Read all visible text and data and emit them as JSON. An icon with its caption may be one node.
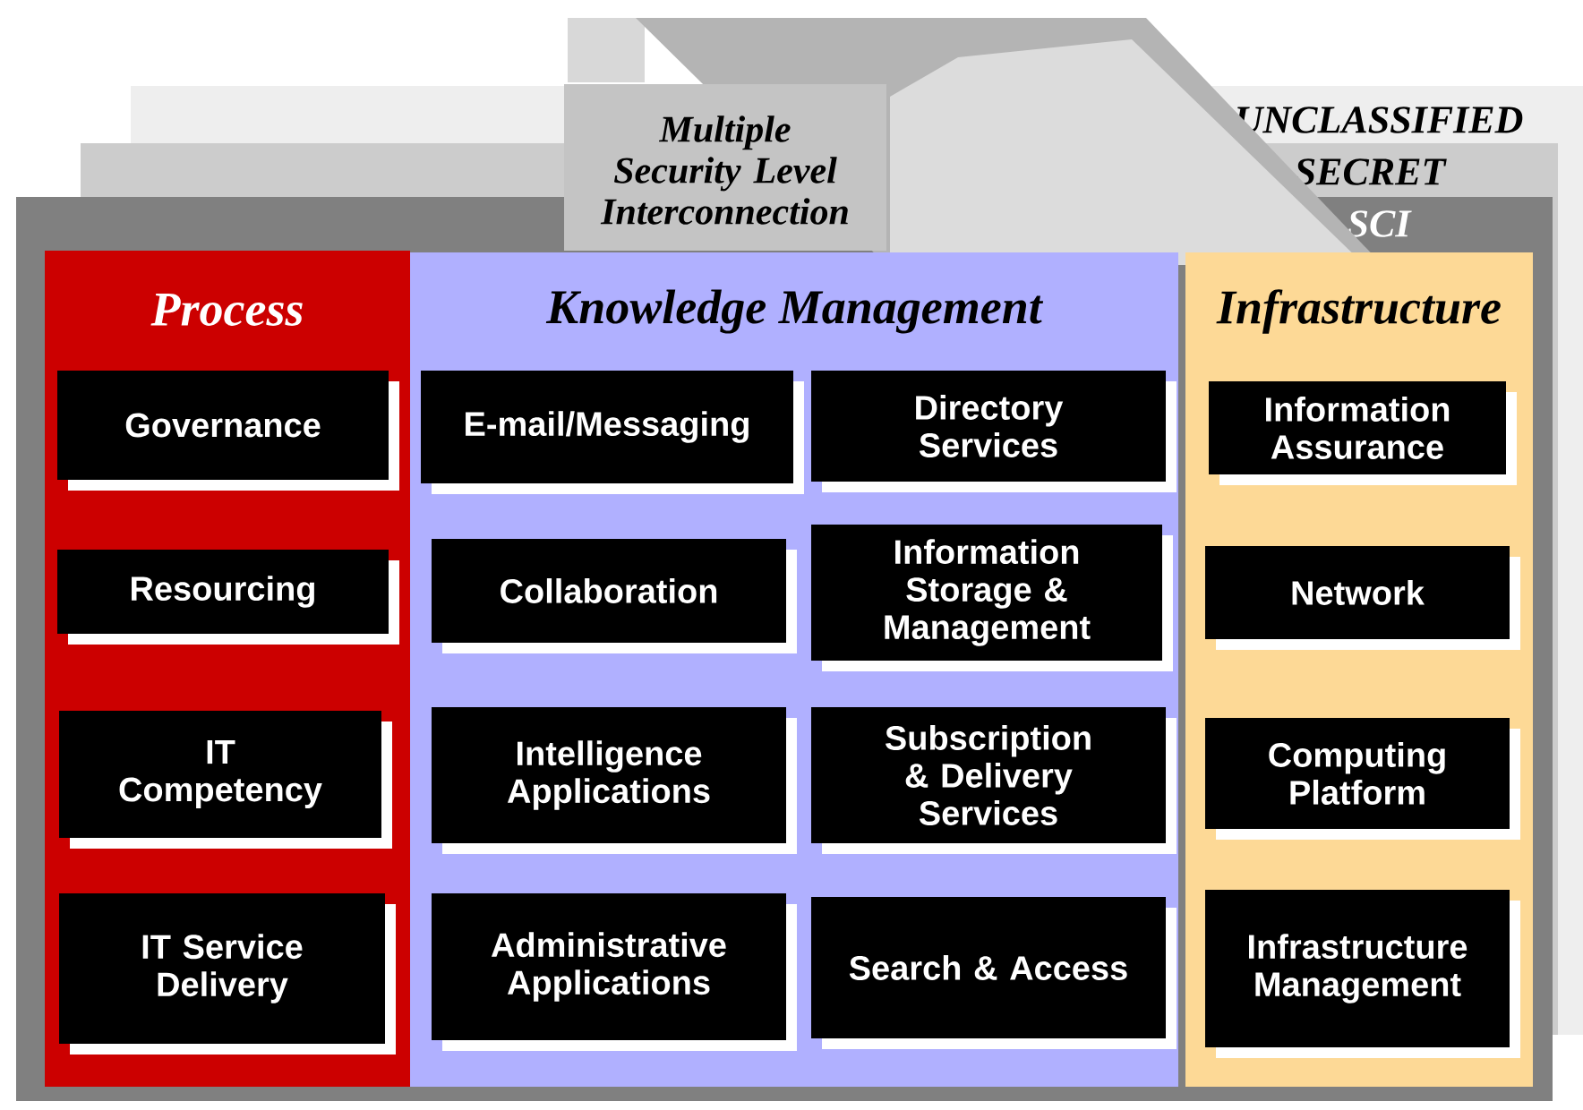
{
  "diagram": {
    "nodes": [
      {
        "text": [
          "Multiple Security Level Interconnection"
        ]
      },
      {
        "text": [
          "UNCLASSIFIED"
        ]
      },
      {
        "text": [
          "SECRET"
        ]
      },
      {
        "text": [
          "SCI"
        ]
      },
      {
        "text": [
          "Process"
        ],
        "in": 3
      },
      {
        "text": [
          "Governance"
        ],
        "in": 4
      },
      {
        "text": [
          "Resourcing"
        ],
        "in": 4
      },
      {
        "text": [
          "IT Competency"
        ],
        "in": 4
      },
      {
        "text": [
          "IT Service Delivery"
        ],
        "in": 4
      },
      {
        "text": [
          "Knowledge Management"
        ],
        "in": 3
      },
      {
        "text": [
          "E-mail/Messaging"
        ],
        "in": 9
      },
      {
        "text": [
          "Directory Services"
        ],
        "in": 9
      },
      {
        "text": [
          "Collaboration"
        ],
        "in": 9
      },
      {
        "text": [
          "Information Storage & Management"
        ],
        "in": 9
      },
      {
        "text": [
          "Intelligence Applications"
        ],
        "in": 9
      },
      {
        "text": [
          "Subscription & Delivery Services"
        ],
        "in": 9
      },
      {
        "text": [
          "Administrative Applications"
        ],
        "in": 9
      },
      {
        "text": [
          "Search & Access"
        ],
        "in": 9
      },
      {
        "text": [
          "Infrastructure"
        ],
        "in": 3
      },
      {
        "text": [
          "Information Assurance"
        ],
        "in": 18
      },
      {
        "text": [
          "Network"
        ],
        "in": 18
      },
      {
        "text": [
          "Computing Platform"
        ],
        "in": 18
      },
      {
        "text": [
          "Infrastructure Management"
        ],
        "in": 18
      }
    ]
  }
}
